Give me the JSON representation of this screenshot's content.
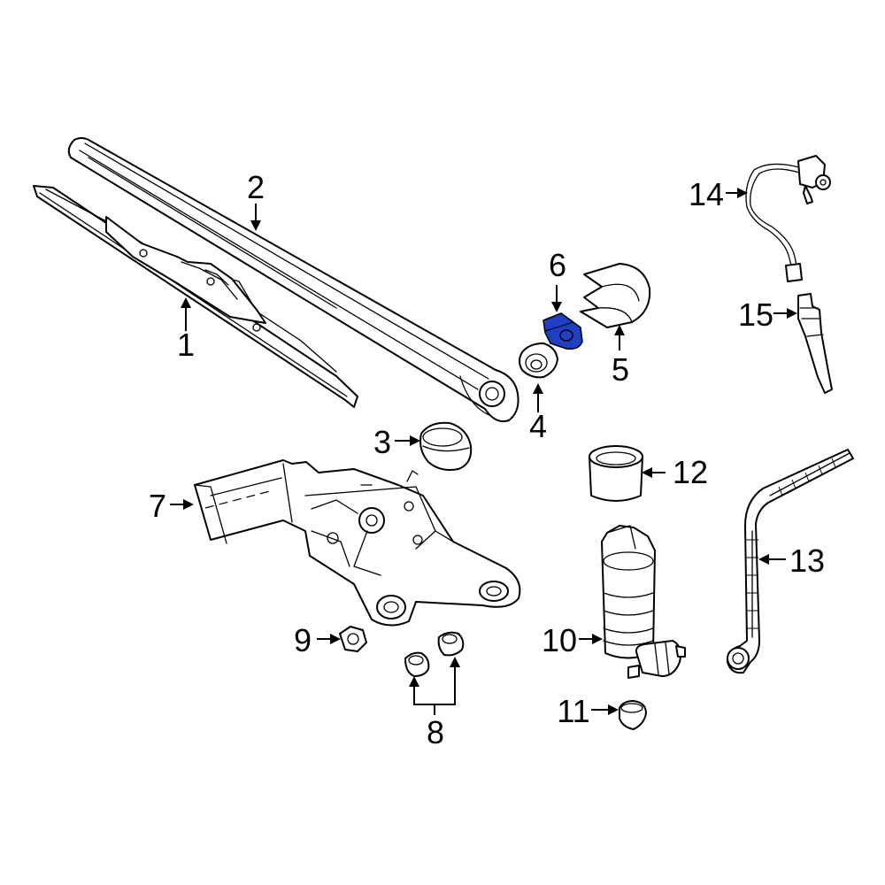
{
  "highlight_color": "#1f3fc4",
  "callouts": {
    "c1": "1",
    "c2": "2",
    "c3": "3",
    "c4": "4",
    "c5": "5",
    "c6": "6",
    "c7": "7",
    "c8": "8",
    "c9": "9",
    "c10": "10",
    "c11": "11",
    "c12": "12",
    "c13": "13",
    "c14": "14",
    "c15": "15"
  },
  "highlighted_part": "6"
}
